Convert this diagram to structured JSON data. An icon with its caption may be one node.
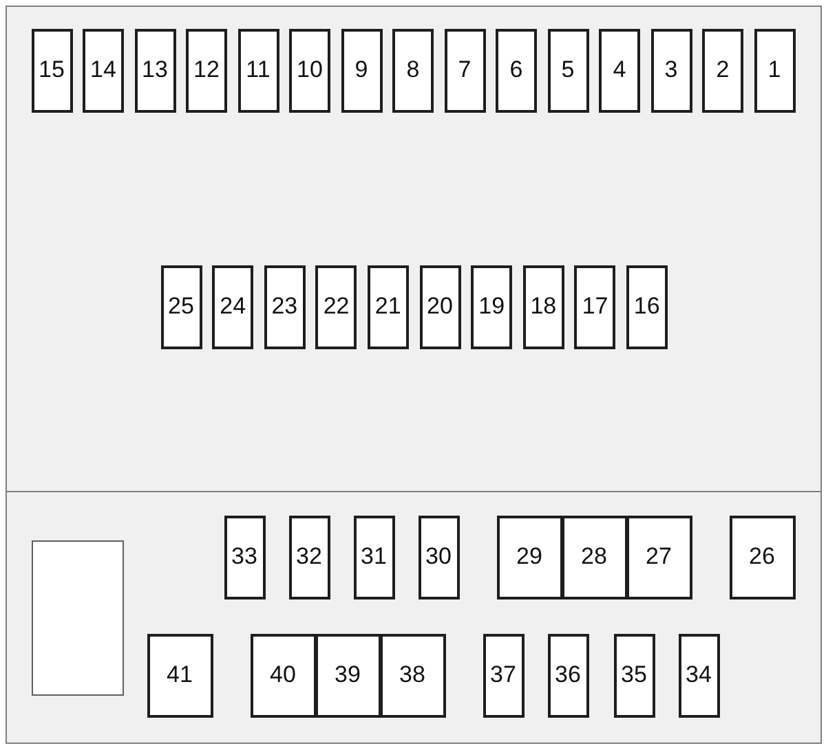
{
  "diagram": {
    "nodes": [
      {
        "text": [],
        "shape": "box"
      },
      {
        "text": [],
        "shape": "box"
      },
      {
        "text": [
          "15"
        ],
        "in": 0
      },
      {
        "text": [
          "14"
        ],
        "in": 0
      },
      {
        "text": [
          "13"
        ],
        "in": 0
      },
      {
        "text": [
          "12"
        ],
        "in": 0
      },
      {
        "text": [
          "11"
        ],
        "in": 0
      },
      {
        "text": [
          "10"
        ],
        "in": 0
      },
      {
        "text": [
          "9"
        ],
        "in": 0
      },
      {
        "text": [
          "8"
        ],
        "in": 0
      },
      {
        "text": [
          "7"
        ],
        "in": 0
      },
      {
        "text": [
          "6"
        ],
        "in": 0
      },
      {
        "text": [
          "5"
        ],
        "in": 0
      },
      {
        "text": [
          "4"
        ],
        "in": 0
      },
      {
        "text": [
          "3"
        ],
        "in": 0
      },
      {
        "text": [
          "2"
        ],
        "in": 0
      },
      {
        "text": [
          "1"
        ],
        "in": 0
      },
      {
        "text": [
          "25"
        ],
        "in": 0
      },
      {
        "text": [
          "24"
        ],
        "in": 0
      },
      {
        "text": [
          "23"
        ],
        "in": 0
      },
      {
        "text": [
          "22"
        ],
        "in": 0
      },
      {
        "text": [
          "21"
        ],
        "in": 0
      },
      {
        "text": [
          "20"
        ],
        "in": 0
      },
      {
        "text": [
          "19"
        ],
        "in": 0
      },
      {
        "text": [
          "18"
        ],
        "in": 0
      },
      {
        "text": [
          "17"
        ],
        "in": 0
      },
      {
        "text": [
          "16"
        ],
        "in": 0
      },
      {
        "text": [],
        "shape": "box",
        "in": 1
      },
      {
        "text": [
          "33"
        ],
        "in": 1
      },
      {
        "text": [
          "32"
        ],
        "in": 1
      },
      {
        "text": [
          "31"
        ],
        "in": 1
      },
      {
        "text": [
          "30"
        ],
        "in": 1
      },
      {
        "text": [
          "29"
        ],
        "in": 1
      },
      {
        "text": [
          "28"
        ],
        "in": 1
      },
      {
        "text": [
          "27"
        ],
        "in": 1
      },
      {
        "text": [
          "26"
        ],
        "in": 1
      },
      {
        "text": [
          "41"
        ],
        "in": 1
      },
      {
        "text": [
          "40"
        ],
        "in": 1
      },
      {
        "text": [
          "39"
        ],
        "in": 1
      },
      {
        "text": [
          "38"
        ],
        "in": 1
      },
      {
        "text": [
          "37"
        ],
        "in": 1
      },
      {
        "text": [
          "36"
        ],
        "in": 1
      },
      {
        "text": [
          "35"
        ],
        "in": 1
      },
      {
        "text": [
          "34"
        ],
        "in": 1
      }
    ],
    "edges": []
  }
}
